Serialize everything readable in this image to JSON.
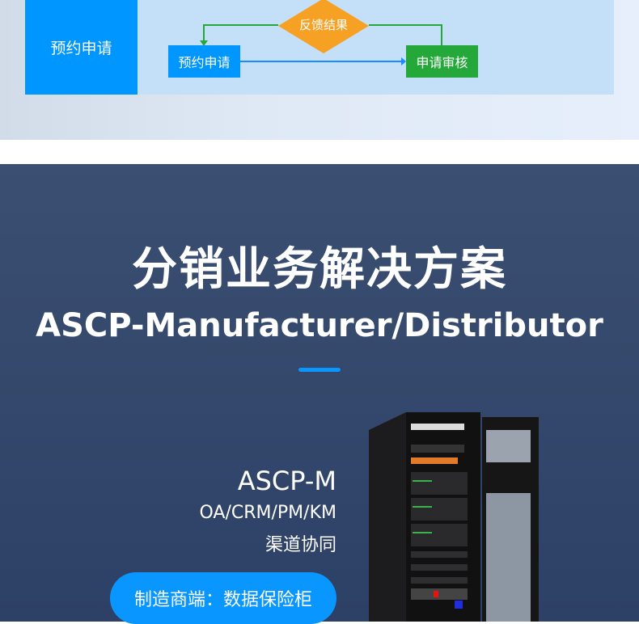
{
  "flow": {
    "side_label": "预约申请",
    "feedback": "反馈结果",
    "apply": "预约申请",
    "review": "申请审核"
  },
  "section": {
    "title": "分销业务解决方案",
    "subtitle": "ASCP-Manufacturer/Distributor",
    "product": "ASCP-M",
    "modules": "OA/CRM/PM/KM",
    "feature": "渠道协同",
    "badge": "制造商端：数据保险柜"
  },
  "colors": {
    "blue": "#0096ff",
    "green": "#25a83a",
    "orange": "#f6a123",
    "navy": "#34476c"
  }
}
